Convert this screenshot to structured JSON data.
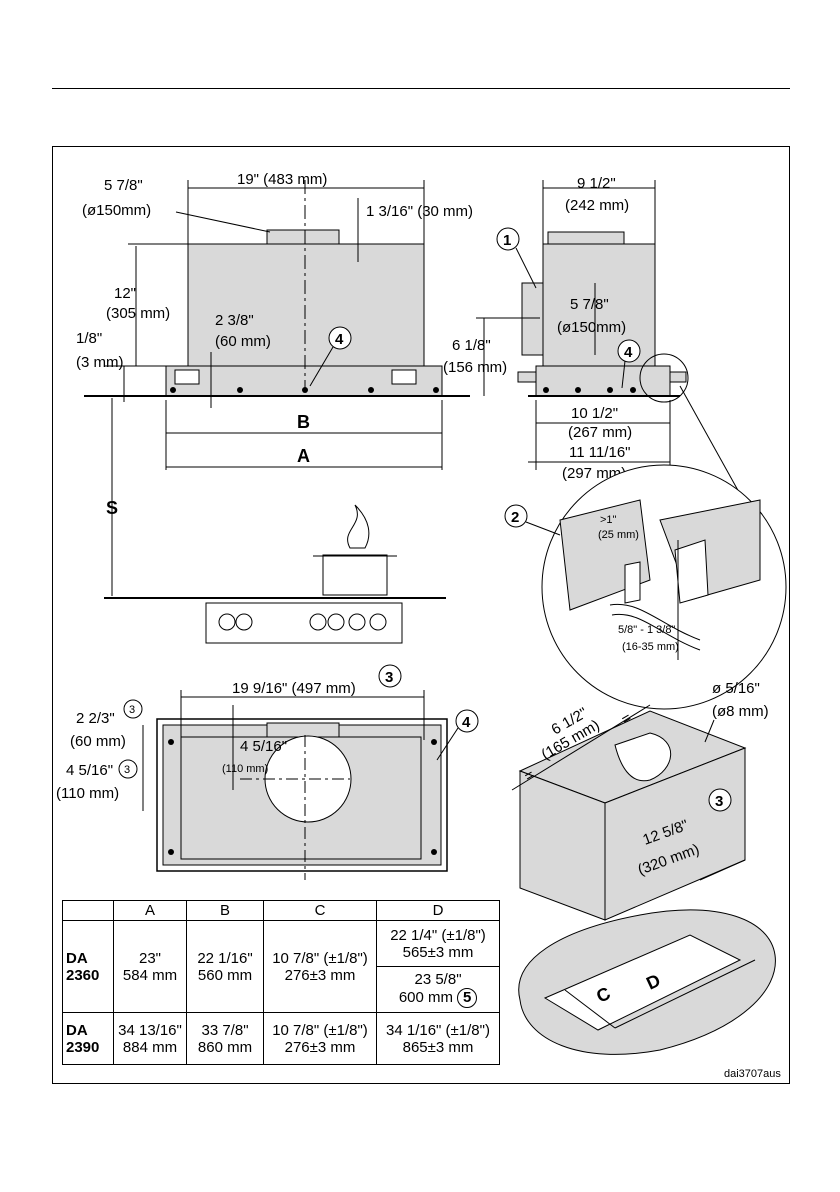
{
  "labels": {
    "d1a": "5 7/8\"",
    "d1b": "(ø150mm)",
    "d2": "19\" (483 mm)",
    "d3": "1 3/16\" (30 mm)",
    "d4a": "12\"",
    "d4b": "(305 mm)",
    "d5a": "2 3/8\"",
    "d5b": "(60 mm)",
    "d6a": "1/8\"",
    "d6b": "(3 mm)",
    "B": "B",
    "A": "A",
    "S": "S",
    "C": "C",
    "D": "D",
    "s1a": "9 1/2\"",
    "s1b": "(242 mm)",
    "s2a": "5 7/8\"",
    "s2b": "(ø150mm)",
    "s3a": "6 1/8\"",
    "s3b": "(156 mm)",
    "s4a": "10 1/2\"",
    "s4b": "(267 mm)",
    "s5a": "11 11/16\"",
    "s5b": "(297 mm)",
    "z1": ">1\"",
    "z2": "(25 mm)",
    "z3": "5/8\" - 1 3/8\"",
    "z4": "(16-35 mm)",
    "b1": "19 9/16\" (497 mm)",
    "b2a": "2 2/3\"",
    "b2b": "(60 mm)",
    "b3a": "4 5/16\"",
    "b3b": "(110 mm)",
    "b4a": "4 5/16\"",
    "b4b": "(110 mm)",
    "k1a": "6 1/2\"",
    "k1b": "(165 mm)",
    "k2a": "ø 5/16\"",
    "k2b": "(ø8 mm)",
    "k3a": "12 5/8\"",
    "k3b": "(320 mm)",
    "eq": "="
  },
  "callouts": {
    "c1": "1",
    "c2": "2",
    "c3": "3",
    "c4": "4",
    "c5": "5"
  },
  "table": {
    "h_a": "A",
    "h_b": "B",
    "h_c": "C",
    "h_d": "D",
    "m1a": "DA",
    "m1b": "2360",
    "r1_a1": "23\"",
    "r1_a2": "584 mm",
    "r1_b1": "22 1/16\"",
    "r1_b2": "560 mm",
    "r1_c1": "10 7/8\" (±1/8\")",
    "r1_c2": "276±3 mm",
    "r1_d1": "22 1/4\" (±1/8\")",
    "r1_d2": "565±3 mm",
    "r1_e1": "23 5/8\"",
    "r1_e2": "600 mm",
    "r1_e3": "5",
    "m2a": "DA",
    "m2b": "2390",
    "r2_a1": "34 13/16\"",
    "r2_a2": "884 mm",
    "r2_b1": "33 7/8\"",
    "r2_b2": "860 mm",
    "r2_c1": "10 7/8\" (±1/8\")",
    "r2_c2": "276±3 mm",
    "r2_d1": "34 1/16\" (±1/8\")",
    "r2_d2": "865±3 mm"
  },
  "ref": "dai3707aus"
}
